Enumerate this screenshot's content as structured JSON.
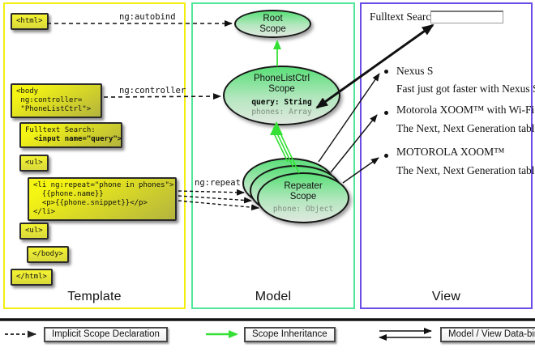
{
  "columns": {
    "template": "Template",
    "model": "Model",
    "view": "View"
  },
  "template": {
    "html_open": "<html>",
    "body_lines": [
      "<body",
      " ng:controller=",
      " \"PhoneListCtrl\">"
    ],
    "fulltext": {
      "label": "Fulltext Search:",
      "input_line": "  <input name=\"query\">"
    },
    "ul_open": "<ul>",
    "li_lines": [
      "<li ng:repeat=\"phone in phones\">",
      "  {{phone.name}}",
      "  <p>{{phone.snippet}}</p>",
      "</li>"
    ],
    "ul_second": "<ul>",
    "body_close": "</body>",
    "html_close": "</html>"
  },
  "bindings": {
    "autobind": "ng:autobind",
    "controller": "ng:controller",
    "repeat": "ng:repeat"
  },
  "model": {
    "root": {
      "line1": "Root",
      "line2": "Scope"
    },
    "ctrl": {
      "line1": "PhoneListCtrl",
      "line2": "Scope",
      "prop_query": "query: String",
      "prop_phones": "phones: Array"
    },
    "repeater": {
      "line1": "Repeater",
      "line2": "Scope",
      "prop_phone": "phone: Object"
    }
  },
  "view": {
    "search_label": "Fulltext Search:",
    "search_value": "",
    "items": [
      {
        "name": "Nexus S",
        "snippet": "Fast just got faster with Nexus S."
      },
      {
        "name": "Motorola XOOM™  with Wi-Fi",
        "snippet": "The Next, Next Generation tablet."
      },
      {
        "name": "MOTOROLA XOOM™",
        "snippet": "The Next, Next Generation tablet."
      }
    ]
  },
  "legend": {
    "items": [
      {
        "label": "Implicit Scope Declaration"
      },
      {
        "label": "Scope Inheritance"
      },
      {
        "label": "Model / View Data-binding"
      }
    ]
  },
  "colors": {
    "template_border": "#f2ee10",
    "model_border": "#50e898",
    "view_border": "#6a4ce6",
    "scope_fill_top": "#5adf78",
    "box_yellow": "#f4f332",
    "inheritance_green": "#35e035",
    "arrow_black": "#111111"
  }
}
